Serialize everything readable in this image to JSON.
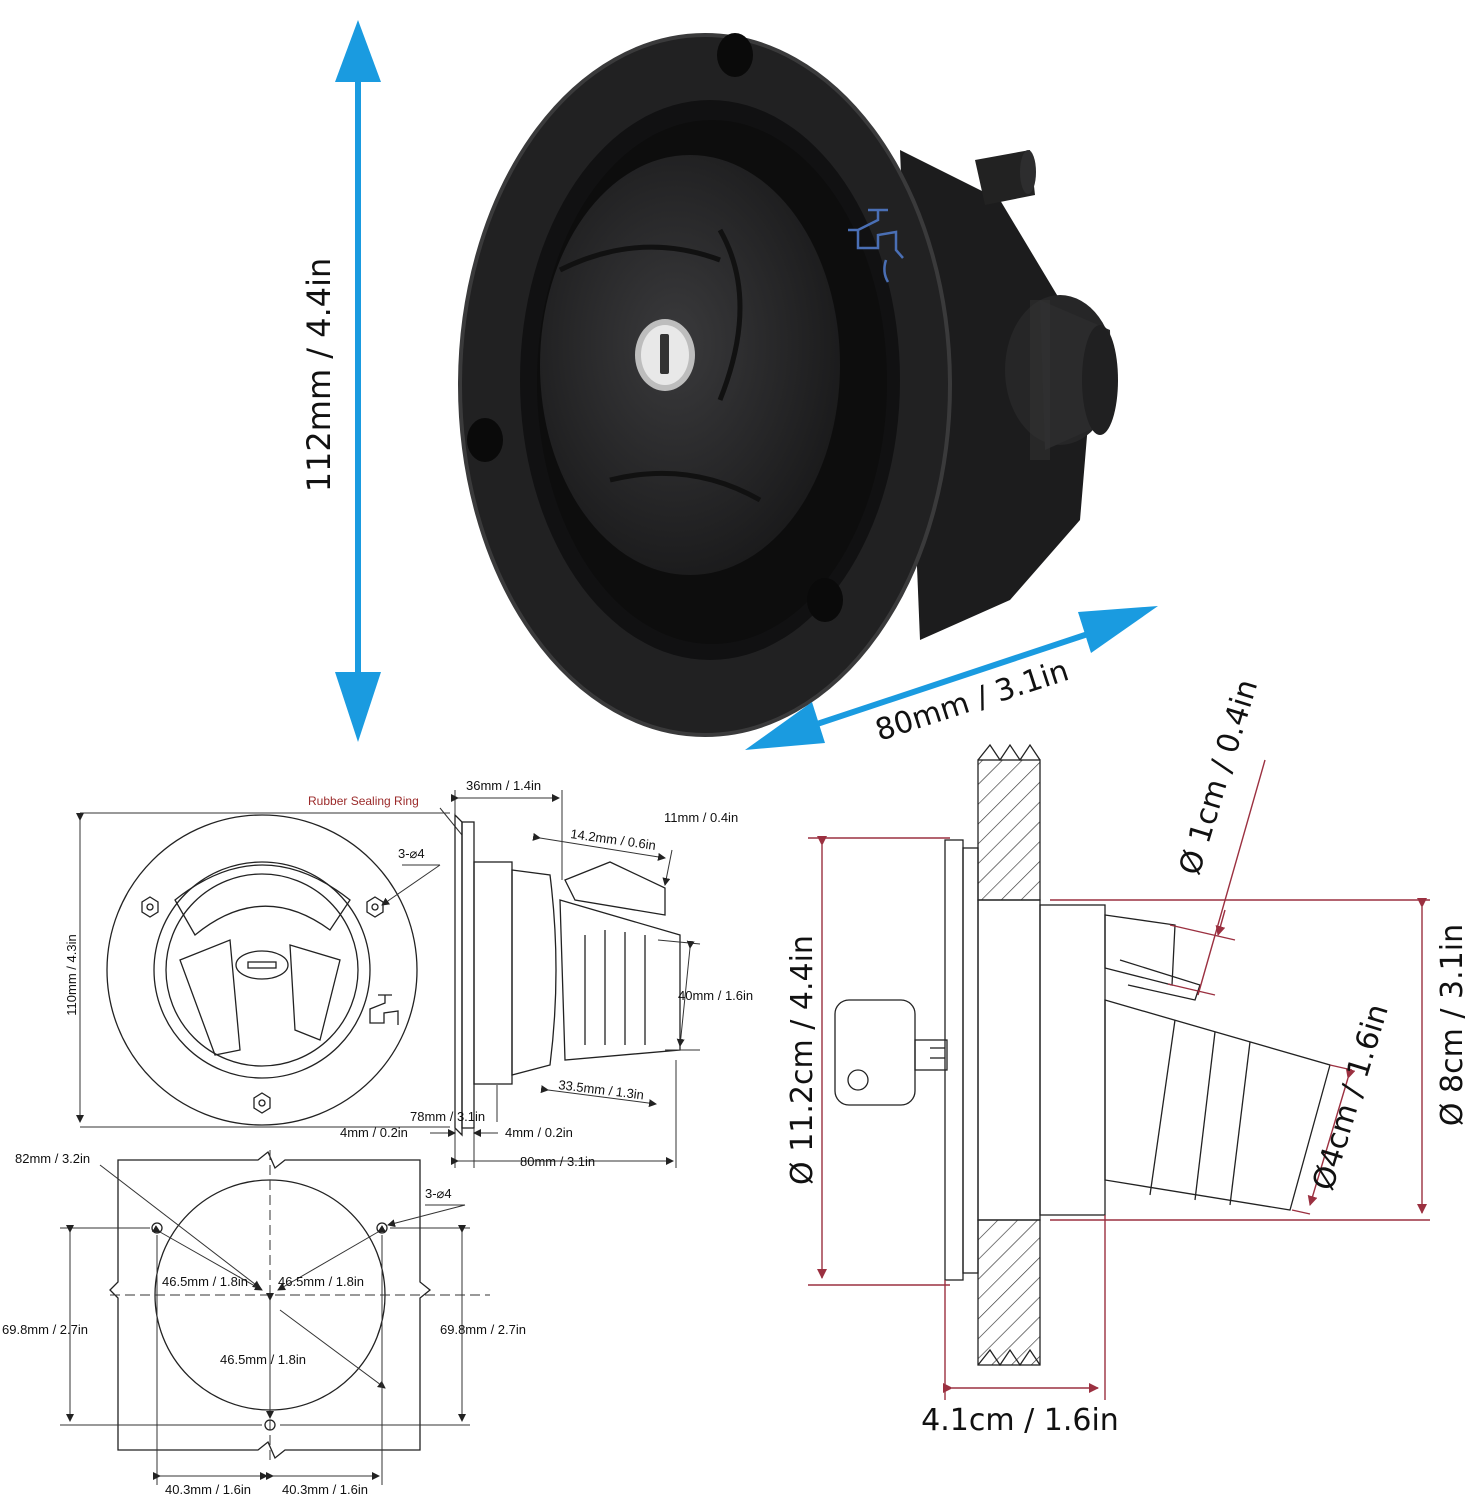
{
  "photo": {
    "height_label": "112mm / 4.4in",
    "width_label": "80mm / 3.1in",
    "arrow_color": "#1a9be0",
    "faucet_icon": "faucet-icon"
  },
  "front_drawing": {
    "height_label": "110mm / 4.3in",
    "hole_label": "3-⌀4"
  },
  "side_drawing": {
    "rubber_label": "Rubber Sealing Ring",
    "depth_label": "36mm / 1.4in",
    "tube_len_label": "14.2mm / 0.6in",
    "tube_dia_label": "11mm / 0.4in",
    "outlet_dia_label": "40mm / 1.6in",
    "outlet_len_label": "33.5mm / 1.3in",
    "flange_dia_label": "78mm / 3.1in",
    "left_thick_label": "4mm / 0.2in",
    "right_thick_label": "4mm / 0.2in",
    "total_label": "80mm / 3.1in"
  },
  "cutout_drawing": {
    "width_label": "82mm / 3.2in",
    "hole_label": "3-⌀4",
    "r_left_label": "46.5mm / 1.8in",
    "r_right_label": "46.5mm / 1.8in",
    "r_bottom_label": "46.5mm / 1.8in",
    "left_h_label": "69.8mm / 2.7in",
    "right_h_label": "69.8mm / 2.7in",
    "bl_label": "40.3mm / 1.6in",
    "br_label": "40.3mm / 1.6in"
  },
  "section_drawing": {
    "flange_label": "Ø  11.2cm / 4.4in",
    "small_tube_label": "Ø 1cm / 0.4in",
    "body_label": "Ø 8cm / 3.1in",
    "outlet_label": "Ø4cm / 1.6in",
    "depth_label": "4.1cm / 1.6in",
    "dim_color": "#9b3040"
  }
}
